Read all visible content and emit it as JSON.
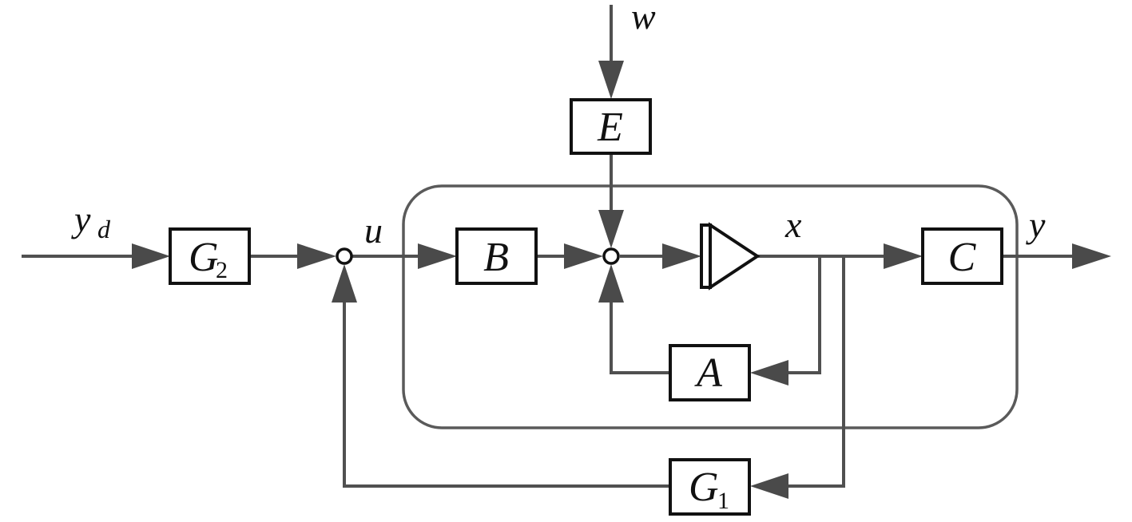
{
  "diagram": {
    "title": "",
    "blocks": {
      "G2": {
        "label": "G",
        "subscript": "2"
      },
      "B": {
        "label": "B"
      },
      "E": {
        "label": "E"
      },
      "A": {
        "label": "A"
      },
      "C": {
        "label": "C"
      },
      "G1": {
        "label": "G",
        "subscript": "1"
      },
      "integrator": {
        "label": ""
      }
    },
    "signals": {
      "yd": {
        "label": "y",
        "subscript": "d"
      },
      "u": {
        "label": "u"
      },
      "w": {
        "label": "w"
      },
      "x": {
        "label": "x"
      },
      "y": {
        "label": "y"
      }
    },
    "connections": [
      {
        "from": "yd",
        "to": "G2"
      },
      {
        "from": "G2",
        "to": "sum-u"
      },
      {
        "from": "G1",
        "to": "sum-u"
      },
      {
        "from": "sum-u",
        "to": "B",
        "signal": "u"
      },
      {
        "from": "B",
        "to": "sum-x"
      },
      {
        "from": "E",
        "to": "sum-x"
      },
      {
        "from": "A",
        "to": "sum-x"
      },
      {
        "from": "w",
        "to": "E"
      },
      {
        "from": "sum-x",
        "to": "integrator"
      },
      {
        "from": "integrator",
        "to": "C",
        "signal": "x"
      },
      {
        "from": "integrator",
        "to": "A",
        "signal": "x"
      },
      {
        "from": "integrator",
        "to": "G1",
        "signal": "x"
      },
      {
        "from": "C",
        "to": "output",
        "signal": "y"
      }
    ]
  }
}
